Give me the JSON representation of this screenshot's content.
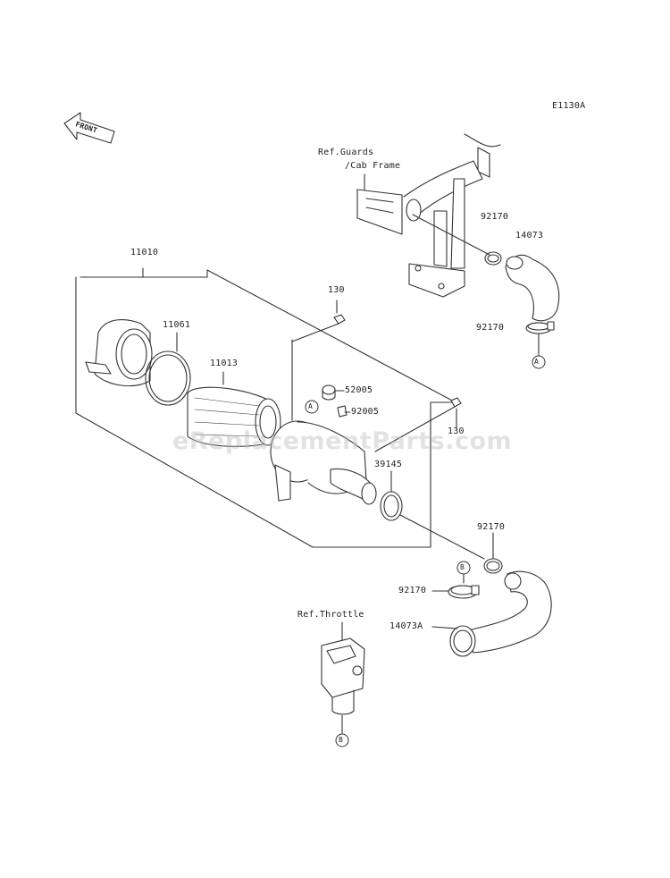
{
  "diagram": {
    "code": "E1130A",
    "direction_label": "FRONT",
    "watermark": "eReplacementParts.com",
    "refs": {
      "guards_line1": "Ref.Guards",
      "guards_line2": "/Cab Frame",
      "throttle": "Ref.Throttle"
    },
    "parts": {
      "p11010": "11010",
      "p11061": "11061",
      "p11013": "11013",
      "p130_top": "130",
      "p130_right": "130",
      "p52005": "52005",
      "p92005": "92005",
      "p39145": "39145",
      "p92170_a": "92170",
      "p92170_b": "92170",
      "p92170_c": "92170",
      "p92170_d": "92170",
      "p14073": "14073",
      "p14073A": "14073A"
    },
    "markers": {
      "a_top": "A",
      "a_mid": "A",
      "b_mid": "B",
      "b_bottom": "B"
    }
  }
}
